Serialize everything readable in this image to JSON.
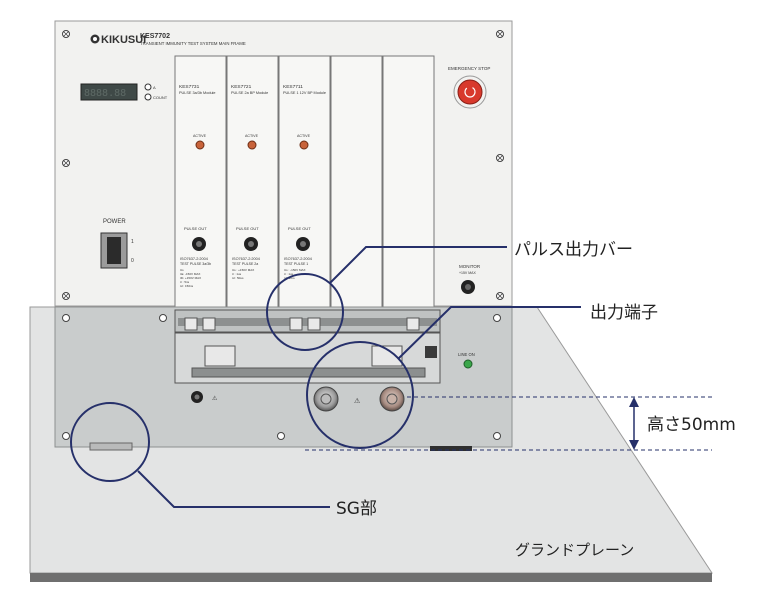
{
  "frame": {
    "brand": "KIKUSUI",
    "model": "KES7702",
    "subtitle": "TRANSIENT IMMUNITY TEST SYSTEM MAIN FRAME",
    "power_label": "POWER",
    "power_on": "1",
    "power_off": "0",
    "emergency_label": "EMERGENCY STOP",
    "monitor_label": "MONITOR",
    "monitor_sub": "+15V MAX",
    "line_on_label": "LINE ON",
    "led_labels": [
      "A",
      "COUNT"
    ]
  },
  "modules": [
    {
      "model": "KES7731",
      "desc": "PULSE 3a/3b Module",
      "active": "ACTIVE",
      "out": "PULSE OUT",
      "iso": "ISO7637-2:2004",
      "test": "TEST PULSE 3a/3b",
      "specs": [
        "Us",
        "3a: -150V MAX",
        "3b: +150V MAX",
        "tr : 5ns",
        "td : 150ns"
      ]
    },
    {
      "model": "KES7721",
      "desc": "PULSE 2a BP Module",
      "active": "ACTIVE",
      "out": "PULSE OUT",
      "iso": "ISO7637-2:2004",
      "test": "TEST PULSE 2a",
      "specs": [
        "Us : +150V MAX",
        "tr : 1us",
        "td : 50us"
      ]
    },
    {
      "model": "KES7711",
      "desc": "PULSE 1 12V BP Module",
      "active": "ACTIVE",
      "out": "PULSE OUT",
      "iso": "ISO7637-2:2004",
      "test": "TEST PULSE 1",
      "specs": [
        "Us : -150V MAX",
        "tr : 1us",
        "td : 2ms"
      ]
    }
  ],
  "callouts": {
    "pulse_cover": "パルス出力バー",
    "output_terminal": "出力端子",
    "height": "高さ50mm",
    "sg": "SG部",
    "ground_plane": "グランドプレーン"
  },
  "colors": {
    "panel": "#f1f1ef",
    "lower_panel": "#c9cccc",
    "ground": "#e2e3e3",
    "callout": "#26306a",
    "led_active": "#c8633a",
    "line_on_led": "#3aa64a",
    "estop": "#d8392c"
  }
}
